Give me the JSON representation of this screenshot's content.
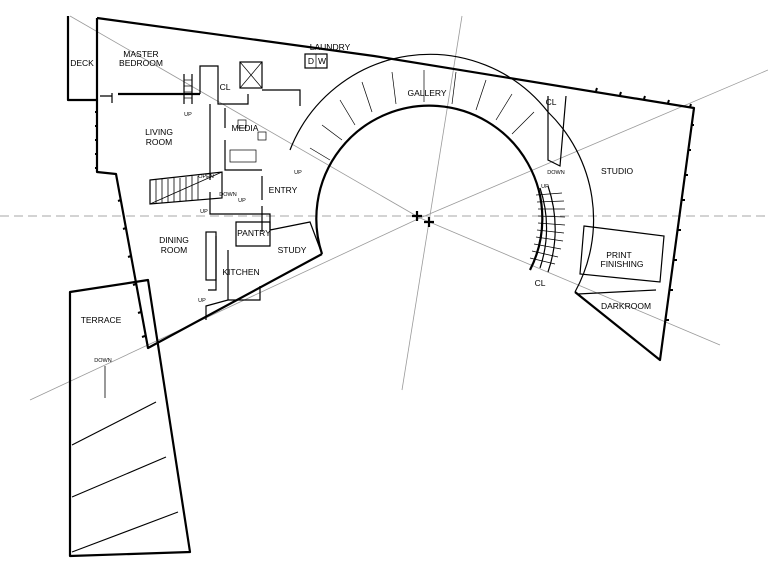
{
  "rooms": {
    "deck": "DECK",
    "master_bedroom_1": "MASTER",
    "master_bedroom_2": "BEDROOM",
    "laundry": "LAUNDRY",
    "dryer": "D",
    "washer": "W",
    "cl_bedroom": "CL",
    "media": "MEDIA",
    "living_1": "LIVING",
    "living_2": "ROOM",
    "entry": "ENTRY",
    "gallery": "GALLERY",
    "studio": "STUDIO",
    "dining_1": "DINING",
    "dining_2": "ROOM",
    "pantry": "PANTRY",
    "study": "STUDY",
    "kitchen": "KITCHEN",
    "terrace": "TERRACE",
    "print_1": "PRINT",
    "print_2": "FINISHING",
    "darkroom": "DARKROOM",
    "cl_gallery": "CL",
    "cl_studio": "CL"
  },
  "annotations": {
    "up_bedroom": "UP",
    "open": "OPEN",
    "down_living": "DOWN",
    "up_living": "UP",
    "up_entry": "UP",
    "up_dining": "UP",
    "up_gallery": "UP",
    "down_gallery": "DOWN",
    "up_stair": "UP",
    "down_terrace": "DOWN"
  }
}
